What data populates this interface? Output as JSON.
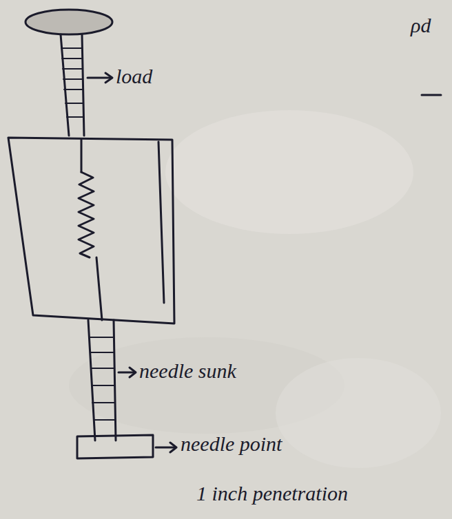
{
  "diagram": {
    "labels": [
      "load",
      "needle sunk",
      "needle point",
      "1 inch penetration",
      "ρd"
    ]
  }
}
